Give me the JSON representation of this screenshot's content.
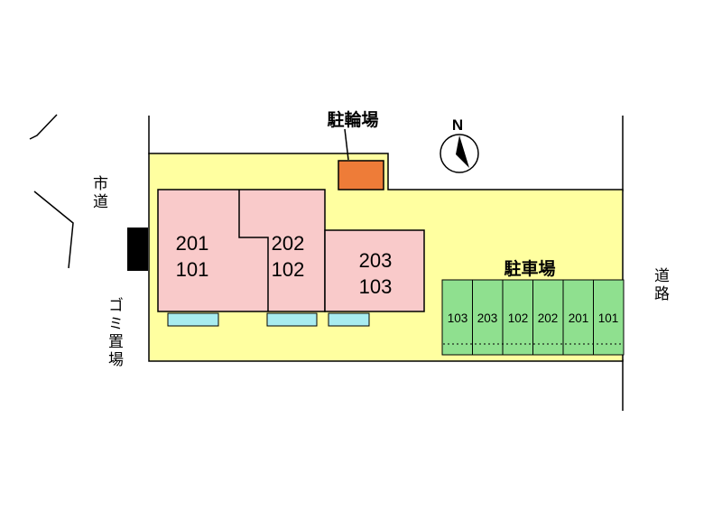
{
  "site_plan": {
    "north_label": "N",
    "labels": {
      "bicycle_parking": "駐輪場",
      "parking_lot": "駐車場",
      "city_road": "市道",
      "road": "道路",
      "garbage": "ゴミ置場"
    },
    "buildings": [
      {
        "upper": "201",
        "lower": "101"
      },
      {
        "upper": "202",
        "lower": "102"
      },
      {
        "upper": "203",
        "lower": "103"
      }
    ],
    "parking_stalls": [
      "103",
      "203",
      "102",
      "202",
      "201",
      "101"
    ],
    "colors": {
      "site_area": "#ffffa0",
      "building": "#f9caca",
      "entrance": "#a8ecf0",
      "bicycle_area": "#ee7c38",
      "parking_area": "#8fe08f",
      "garbage_area": "#000000"
    }
  }
}
